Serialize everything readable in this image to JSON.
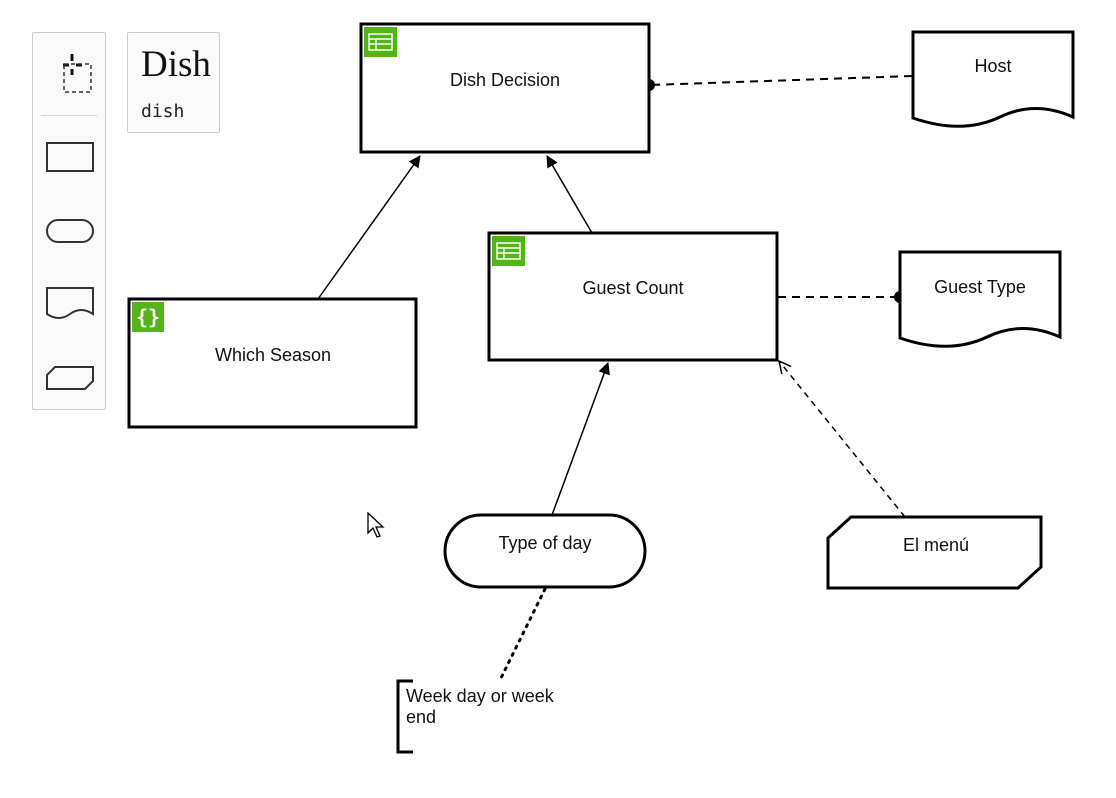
{
  "definitions": {
    "name": "Dish",
    "id": "dish"
  },
  "palette": {
    "tools": [
      {
        "name": "lasso-tool-icon"
      },
      {
        "name": "task-rectangle-icon"
      },
      {
        "name": "input-data-icon"
      },
      {
        "name": "knowledge-source-icon"
      },
      {
        "name": "business-knowledge-icon"
      }
    ]
  },
  "nodes": {
    "dish_decision": {
      "label": "Dish Decision",
      "kind": "decision",
      "icon": "decision-table-icon"
    },
    "guest_count": {
      "label": "Guest Count",
      "kind": "decision",
      "icon": "decision-table-icon"
    },
    "which_season": {
      "label": "Which Season",
      "kind": "decision",
      "icon": "literal-expression-icon"
    },
    "type_of_day": {
      "label": "Type of day",
      "kind": "input-data"
    },
    "host": {
      "label": "Host",
      "kind": "knowledge-source"
    },
    "guest_type": {
      "label": "Guest Type",
      "kind": "knowledge-source"
    },
    "el_menu": {
      "label": "El menú",
      "kind": "business-knowledge-model"
    }
  },
  "annotation": {
    "text": "Week day or week end"
  },
  "colors": {
    "icon_green": "#52b415",
    "stroke": "#000000"
  }
}
